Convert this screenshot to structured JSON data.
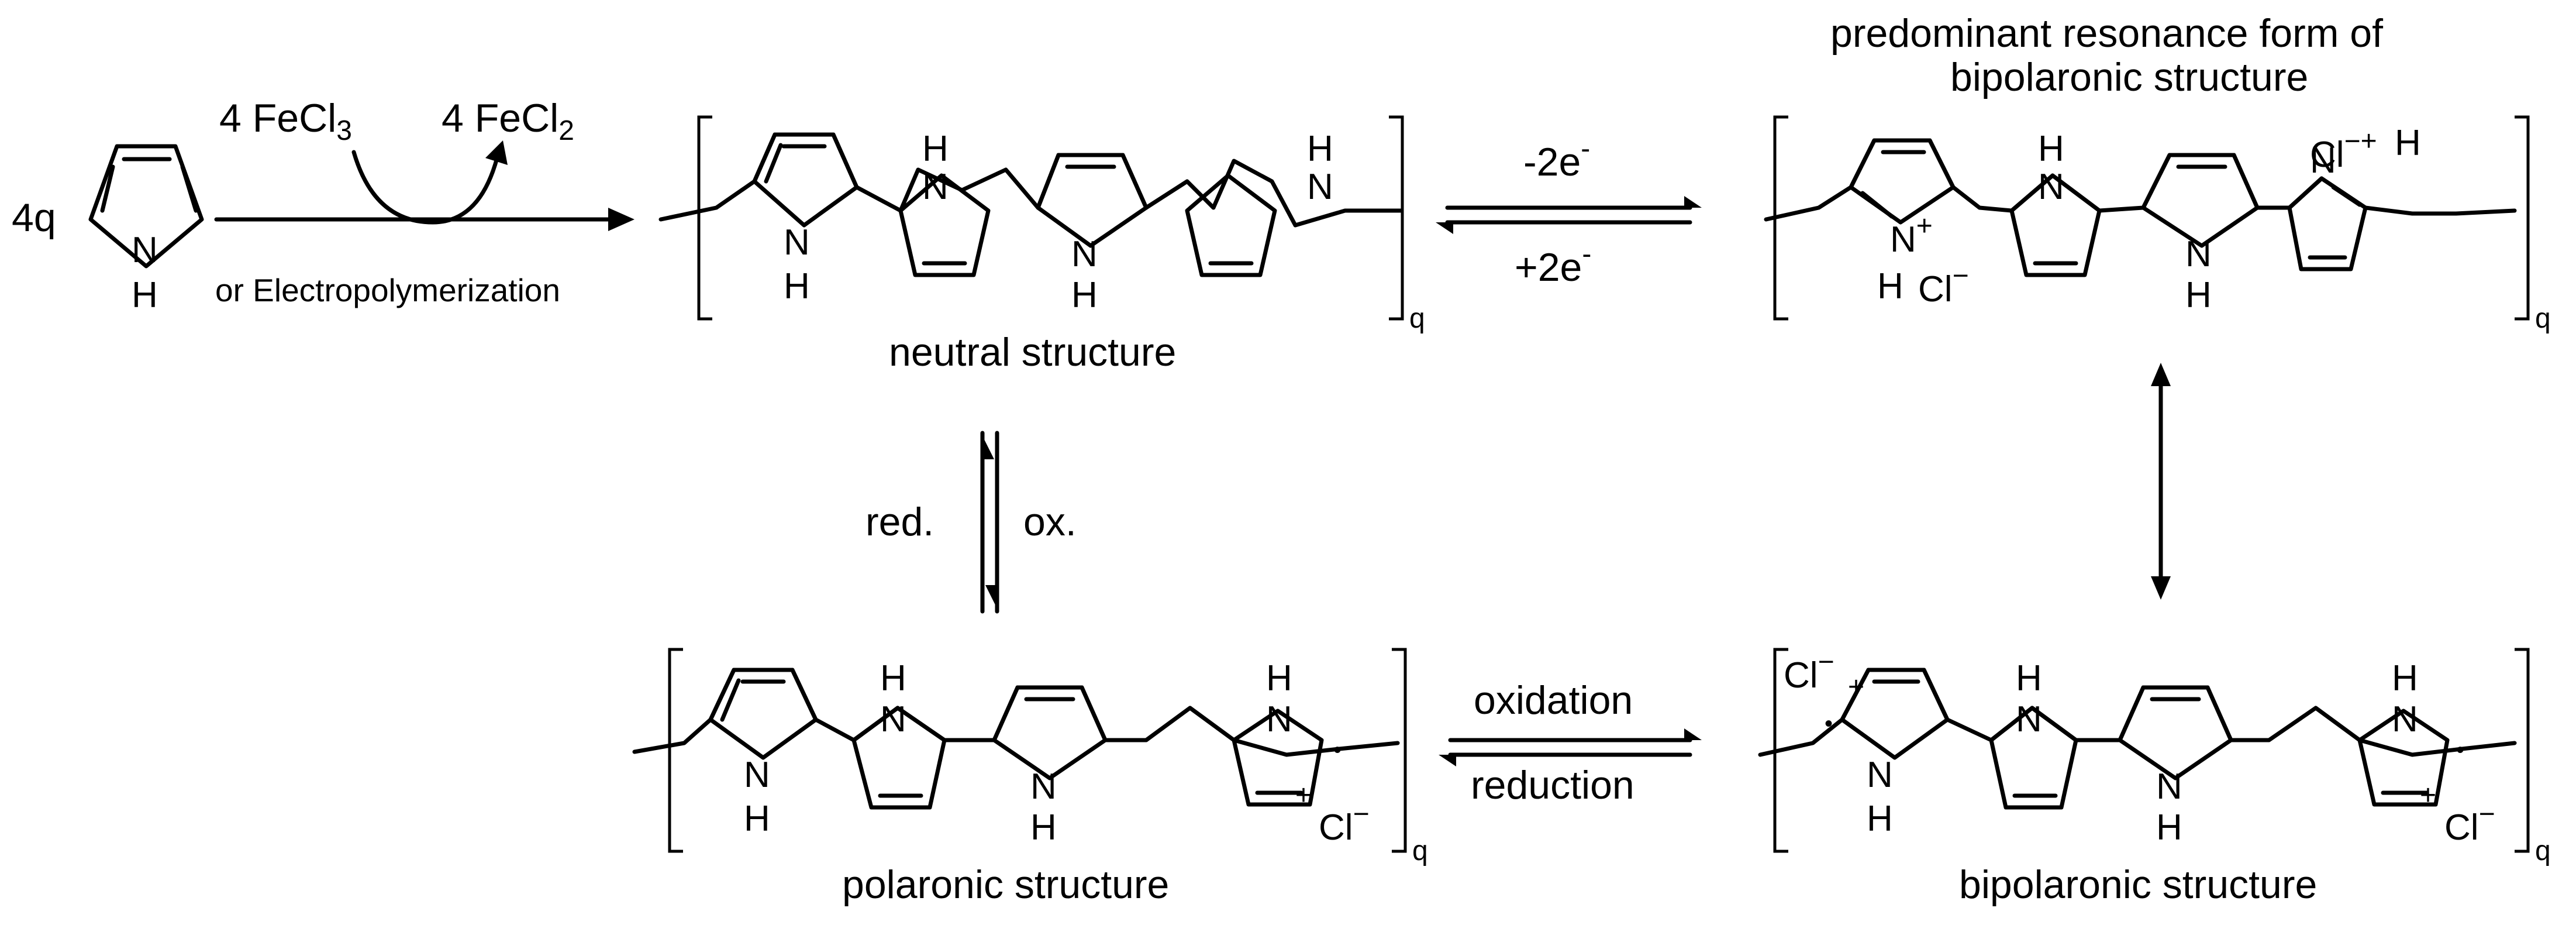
{
  "reagents": {
    "monomer_coefficient": "4q",
    "oxidant": "4 FeCl",
    "oxidant_sub": "3",
    "reduced": "4 FeCl",
    "reduced_sub": "2",
    "alternative": "or Electropolymerization"
  },
  "structures": {
    "neutral": "neutral structure",
    "polaronic": "polaronic structure",
    "bipolaronic": "bipolaronic structure",
    "resonance_line1": "predominant resonance form of",
    "resonance_line2": "bipolaronic structure"
  },
  "equilibria": {
    "top_forward": "-2e",
    "top_forward_sup": "-",
    "top_reverse": "+2e",
    "top_reverse_sup": "-",
    "vertical_left": "red.",
    "vertical_right": "ox.",
    "bottom_forward": "oxidation",
    "bottom_reverse": "reduction"
  },
  "atoms": {
    "nitrogen": "N",
    "hydrogen": "H",
    "chloride": "Cl",
    "minus": "−",
    "plus": "+",
    "radical": "•",
    "repeat_index": "q"
  }
}
